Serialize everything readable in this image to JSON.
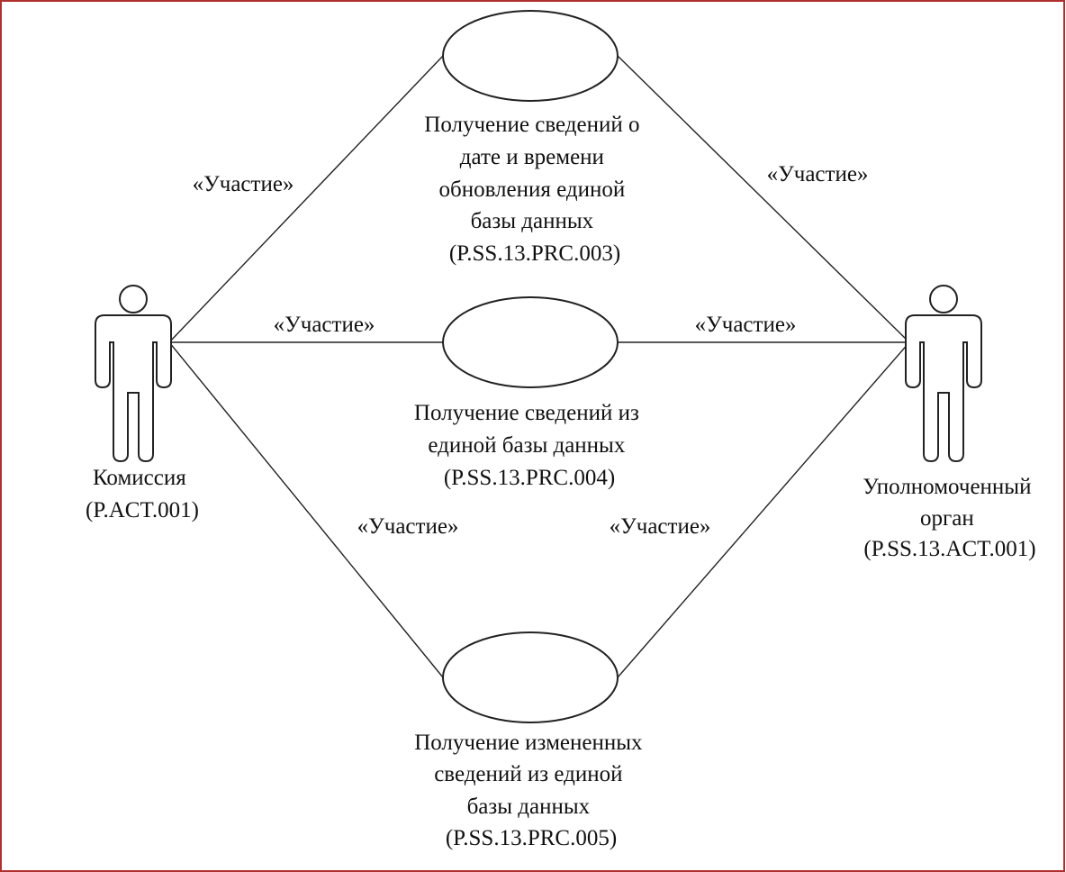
{
  "actors": {
    "commission": {
      "lines": [
        "Комиссия",
        "(P.ACT.001)"
      ]
    },
    "authority": {
      "lines": [
        "Уполномоченный",
        "орган",
        "(P.SS.13.ACT.001)"
      ]
    }
  },
  "use_cases": {
    "uc_003": {
      "lines": [
        "Получение сведений о",
        "дате и времени",
        "обновления единой",
        "базы данных",
        "(P.SS.13.PRC.003)"
      ]
    },
    "uc_004": {
      "lines": [
        "Получение сведений из",
        "единой базы данных",
        "(P.SS.13.PRC.004)"
      ]
    },
    "uc_005": {
      "lines": [
        "Получение измененных",
        "сведений из единой",
        "базы данных",
        "(P.SS.13.PRC.005)"
      ]
    }
  },
  "associations": {
    "commission_to_003": "«Участие»",
    "authority_to_003": "«Участие»",
    "commission_to_004": "«Участие»",
    "authority_to_004": "«Участие»",
    "commission_to_005": "«Участие»",
    "authority_to_005": "«Участие»"
  },
  "colors": {
    "frame_border": "#b03030",
    "stroke": "#222222",
    "text": "#111111",
    "background": "#ffffff"
  }
}
